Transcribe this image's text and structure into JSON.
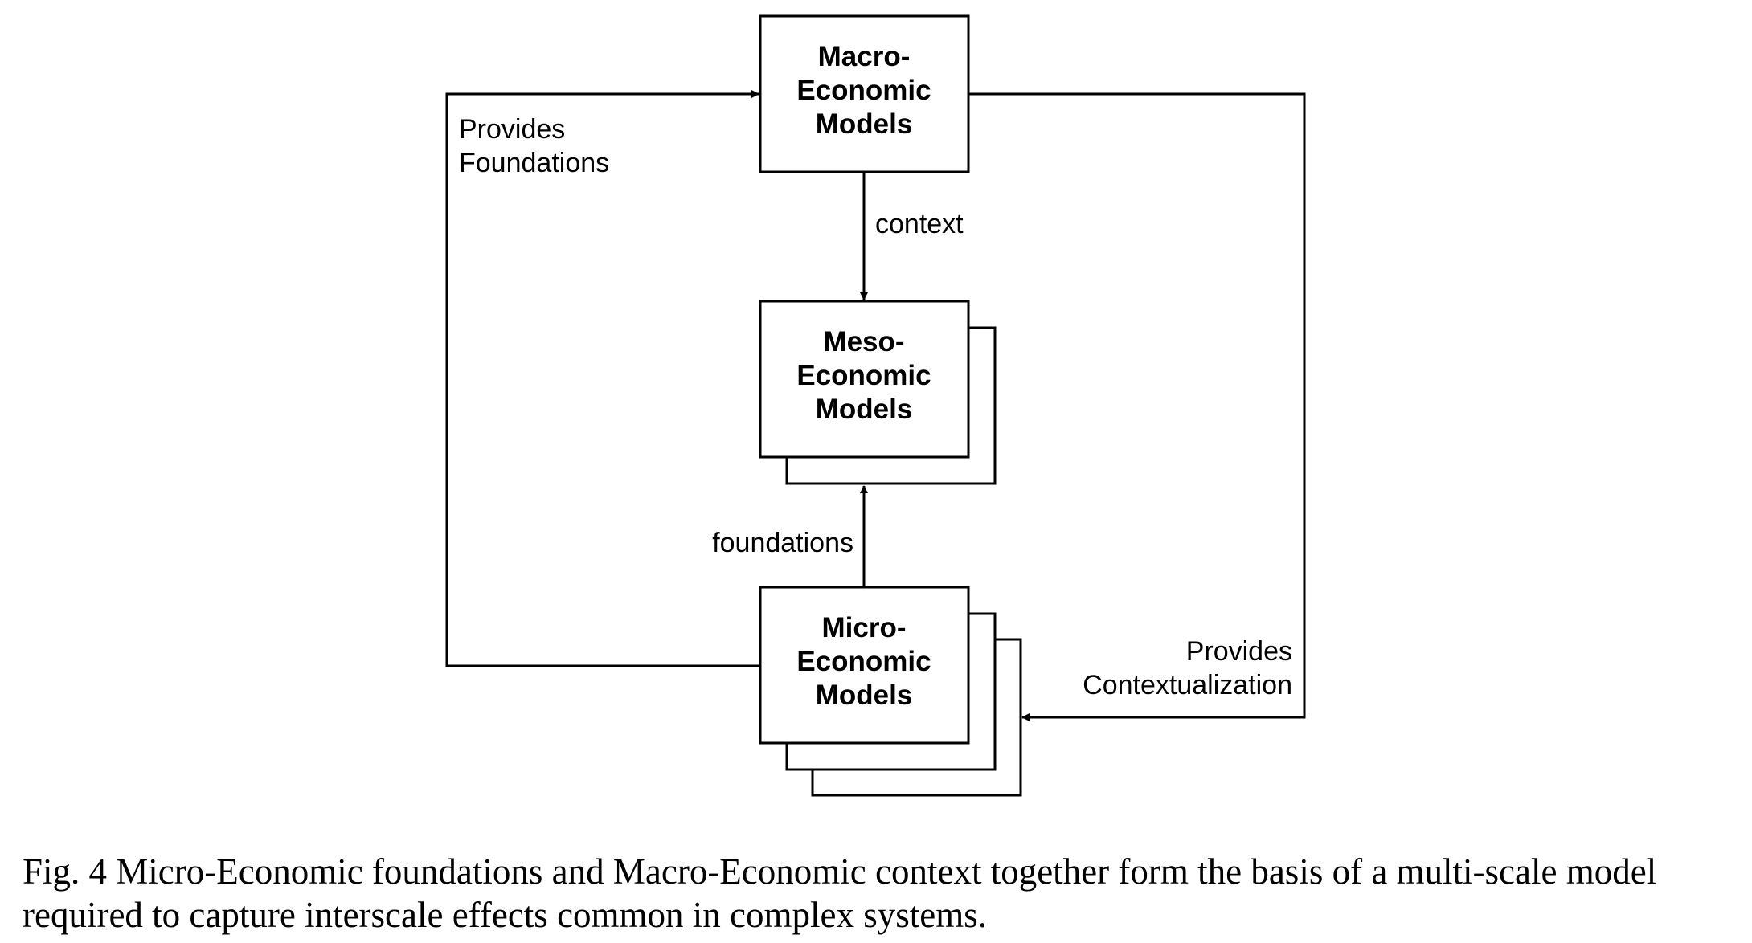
{
  "nodes": {
    "macro": {
      "line1": "Macro-",
      "line2": "Economic",
      "line3": "Models"
    },
    "meso": {
      "line1": "Meso-",
      "line2": "Economic",
      "line3": "Models"
    },
    "micro": {
      "line1": "Micro-",
      "line2": "Economic",
      "line3": "Models"
    }
  },
  "edges": {
    "context": "context",
    "foundations": "foundations",
    "provides_foundations": {
      "line1": "Provides",
      "line2": "Foundations"
    },
    "provides_contextualization": {
      "line1": "Provides",
      "line2": "Contextualization"
    }
  },
  "caption": "Fig. 4 Micro-Economic foundations and Macro-Economic context together form the basis of a multi-scale model required to capture interscale effects common in complex systems."
}
